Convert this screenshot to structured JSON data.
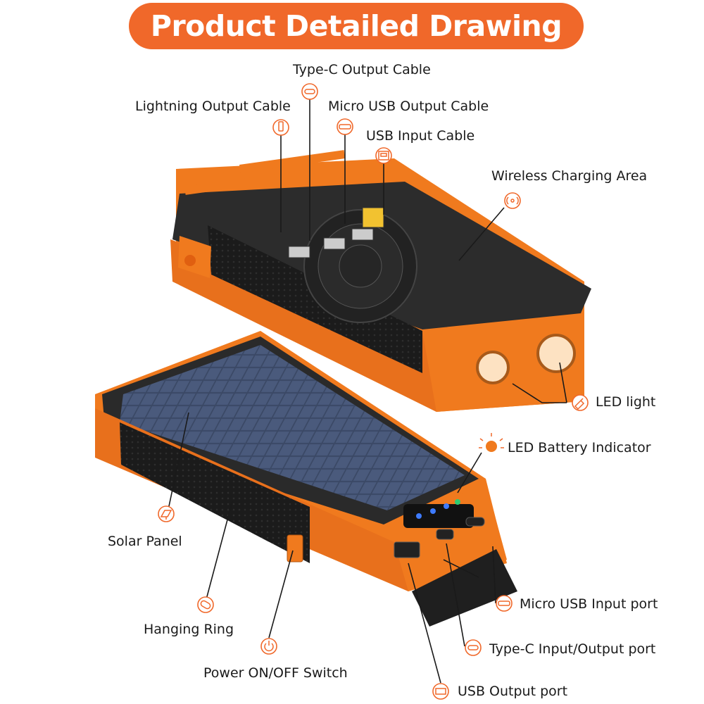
{
  "title": "Product Detailed Drawing",
  "labels": {
    "type_c_output_cable": "Type-C Output Cable",
    "lightning_output_cable": "Lightning Output Cable",
    "micro_usb_output_cable": "Micro USB Output Cable",
    "usb_input_cable": "USB Input Cable",
    "wireless_charging_area": "Wireless Charging Area",
    "led_light": "LED light",
    "led_battery_indicator": "LED Battery Indicator",
    "solar_panel": "Solar Panel",
    "hanging_ring": "Hanging Ring",
    "power_switch": "Power ON/OFF Switch",
    "micro_usb_input_port": "Micro USB Input port",
    "type_c_io_port": "Type-C Input/Output port",
    "usb_output_port": "USB Output port"
  },
  "colors": {
    "accent": "#f0682a",
    "body_orange": "#f07a1e",
    "body_dark": "#2a2a2a",
    "panel_blue": "#3d4a66"
  }
}
